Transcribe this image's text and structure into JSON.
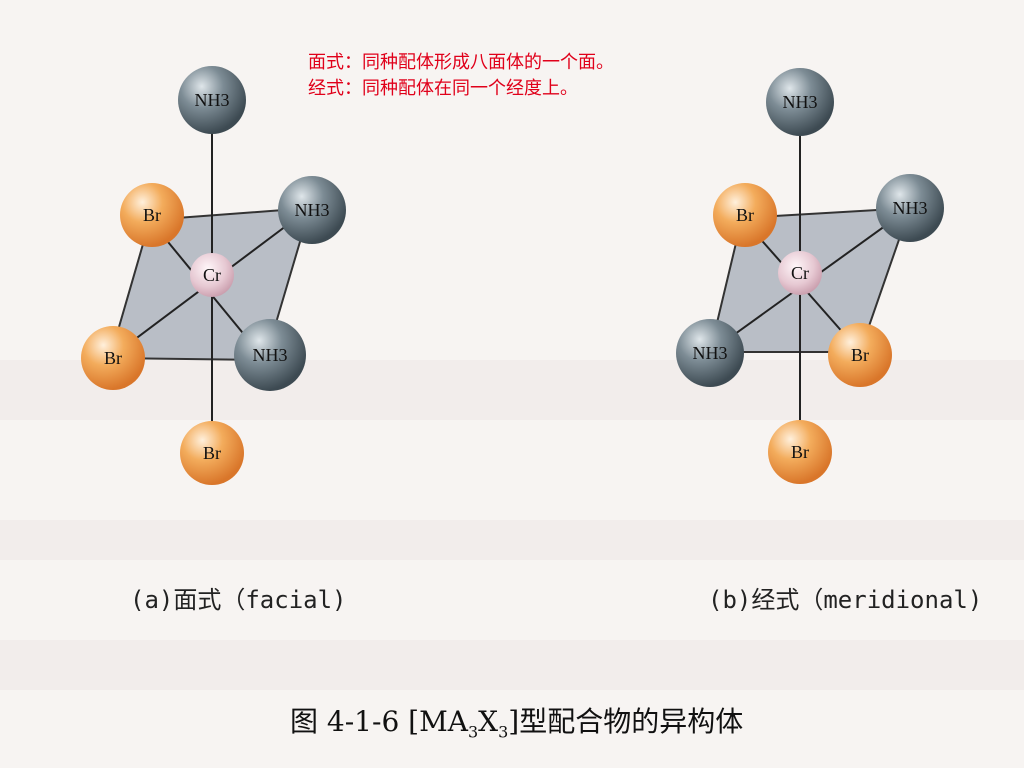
{
  "notes": {
    "facial_def": "面式：同种配体形成八面体的一个面。",
    "meridional_def": "经式：同种配体在同一个经度上。"
  },
  "isomer_a": {
    "caption": "(a)面式（facial)",
    "center": "Cr",
    "ligands": [
      "NH3",
      "Br",
      "NH3",
      "Br",
      "NH3",
      "Br"
    ]
  },
  "isomer_b": {
    "caption": "(b)经式（meridional)",
    "center": "Cr",
    "ligands": [
      "NH3",
      "Br",
      "NH3",
      "NH3",
      "Br",
      "Br"
    ]
  },
  "figure_title": {
    "prefix": "图 4-1-6  [MA",
    "sub1": "3",
    "mid": "X",
    "sub2": "3",
    "suffix": "]型配合物的异构体"
  },
  "colors": {
    "nh3": "#5f6f78",
    "br": "#f0a24e",
    "cr": "#e6c8d2",
    "plane": "#b9bec6",
    "note_text": "#e0001a"
  }
}
